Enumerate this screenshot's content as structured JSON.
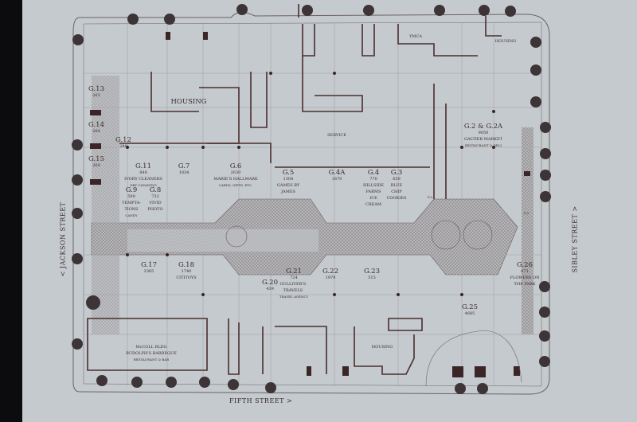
{
  "streets": {
    "left": "< JACKSON STREET",
    "right": "SIBLEY STREET >",
    "bottom": "FIFTH STREET >"
  },
  "spaces": {
    "housing_nw": {
      "name": "HOUSING"
    },
    "g13": {
      "name": "G.13",
      "area": "263"
    },
    "g14": {
      "name": "G.14",
      "area": "264"
    },
    "g12": {
      "name": "G.12",
      "area": "280"
    },
    "g15": {
      "name": "G.15",
      "area": "260"
    },
    "g11": {
      "name": "G.11",
      "area": "848",
      "tenant": "IVORY CLEANERS",
      "sub": "DRY CLEANING"
    },
    "g7": {
      "name": "G.7",
      "area": "1834"
    },
    "g6": {
      "name": "G.6",
      "area": "2630",
      "tenant": "MARIE'S HALLMARK",
      "sub": "CARDS, GIFTS, ETC."
    },
    "g5": {
      "name": "G.5",
      "area": "1304",
      "tenant": "GAMES BY JAMES"
    },
    "g9": {
      "name": "G.9",
      "area": "590",
      "tenant": "TEMPTA-TIONS",
      "sub": "CANDY"
    },
    "g8": {
      "name": "G.8",
      "area": "732",
      "tenant": "VIVID PHOTO"
    },
    "service": {
      "name": "SERVICE"
    },
    "g4a": {
      "name": "G.4A",
      "area": "1879"
    },
    "g4": {
      "name": "G.4",
      "area": "770",
      "tenant": "HILLSIDE FARMS ICE CREAM"
    },
    "g3": {
      "name": "G.3",
      "area": "659",
      "tenant": "BLUE CHIP COOKIES"
    },
    "ymca": {
      "name": "YMCA"
    },
    "housing_ne": {
      "name": "HOUSING"
    },
    "g2": {
      "name": "G.2 & G.2A",
      "area": "9050",
      "tenant": "GALTIER MARKET",
      "sub": "RESTAURANT & DELI"
    },
    "g2_a": {
      "name": "G.2"
    },
    "g2_b": {
      "name": "G.2"
    },
    "g17": {
      "name": "G.17",
      "area": "2365"
    },
    "g18": {
      "name": "G.18",
      "area": "1740",
      "tenant": "CITITOYS"
    },
    "g20": {
      "name": "G.20",
      "area": "439"
    },
    "g21": {
      "name": "G.21",
      "area": "724",
      "tenant": "GULLIVER'S TRAVELS",
      "sub": "TRAVEL AGENCY"
    },
    "g22": {
      "name": "G.22",
      "area": "1979"
    },
    "g23": {
      "name": "G.23",
      "area": "515"
    },
    "g26": {
      "name": "G.26",
      "area": "671",
      "tenant": "FLOWERS ON THE PARK"
    },
    "g25": {
      "name": "G.25",
      "area": "4685"
    },
    "mccoll": {
      "name": "McCOLL BLDG",
      "tenant": "RUDOLPH'S BARBEQUE",
      "sub": "RESTAURANT & BAR"
    },
    "housing_s": {
      "name": "HOUSING"
    }
  }
}
